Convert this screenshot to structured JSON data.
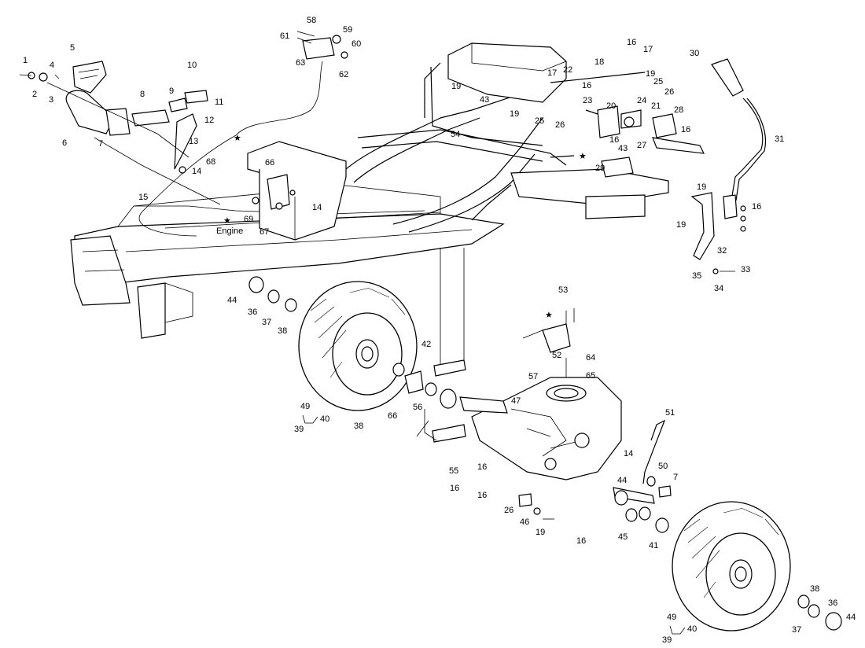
{
  "labels": {
    "engine": "Engine",
    "l1": "1",
    "l2": "2",
    "l3": "3",
    "l4": "4",
    "l5": "5",
    "l6": "6",
    "l7": "7",
    "l8": "8",
    "l9": "9",
    "l10": "10",
    "l11": "11",
    "l12": "12",
    "l13": "13",
    "l14": "14",
    "l15": "15",
    "l16": "16",
    "l17": "17",
    "l18": "18",
    "l19": "19",
    "l20": "20",
    "l21": "21",
    "l22": "22",
    "l23": "23",
    "l24": "24",
    "l25": "25",
    "l26": "26",
    "l27": "27",
    "l28": "28",
    "l29": "29",
    "l30": "30",
    "l31": "31",
    "l32": "32",
    "l33": "33",
    "l34": "34",
    "l35": "35",
    "l36": "36",
    "l37": "37",
    "l38": "38",
    "l39": "39",
    "l40": "40",
    "l41": "41",
    "l42": "42",
    "l43": "43",
    "l44": "44",
    "l45": "45",
    "l46": "46",
    "l47": "47",
    "l49": "49",
    "l50": "50",
    "l51": "51",
    "l52": "52",
    "l53": "53",
    "l54": "54",
    "l55": "55",
    "l56": "56",
    "l57": "57",
    "l58": "58",
    "l59": "59",
    "l60": "60",
    "l61": "61",
    "l62": "62",
    "l63": "63",
    "l64": "64",
    "l65": "65",
    "l66": "66",
    "l67": "67",
    "l68": "68",
    "l69": "69"
  },
  "symbols": {
    "star": "★"
  }
}
